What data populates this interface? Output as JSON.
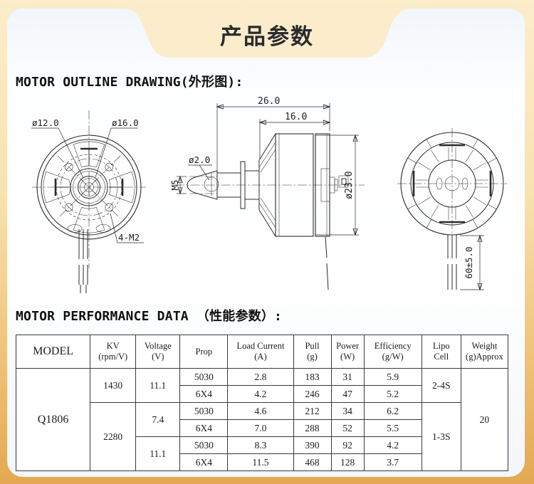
{
  "banner": {
    "title": "产品参数"
  },
  "sections": {
    "outline_title": "MOTOR OUTLINE DRAWING(外形图):",
    "performance_title": "MOTOR PERFORMANCE DATA （性能参数）:"
  },
  "drawings": {
    "front_view": {
      "dim_inner": "ø12.0",
      "dim_outer": "ø16.0",
      "dim_mount_holes": "4-M2"
    },
    "side_view": {
      "dim_total_length": "26.0",
      "dim_body_length": "16.0",
      "dim_shaft_dia": "ø2.0",
      "dim_thread": "M5",
      "dim_body_dia": "ø23.0"
    },
    "rear_view": {
      "dim_wire_length": "60±5.0"
    }
  },
  "table": {
    "headers": [
      "MODEL",
      "KV\n(rpm/V)",
      "Voltage\n(V)",
      "Prop",
      "Load Current\n(A)",
      "Pull\n(g)",
      "Power\n(W)",
      "Efficiency\n(g/W)",
      "Lipo\nCell",
      "Weight\n(g)Approx"
    ],
    "model": "Q1806",
    "weight": "20",
    "kv_groups": [
      {
        "kv": "1430"
      },
      {
        "kv": "2280"
      }
    ],
    "voltage_groups": [
      {
        "voltage": "11.1"
      },
      {
        "voltage": "7.4"
      },
      {
        "voltage": "11.1"
      }
    ],
    "lipo_groups": [
      {
        "lipo": "2-4S"
      },
      {
        "lipo": "1-3S"
      }
    ],
    "rows": [
      {
        "prop": "5030",
        "load_current": "2.8",
        "pull": "183",
        "power": "31",
        "efficiency": "5.9"
      },
      {
        "prop": "6X4",
        "load_current": "4.2",
        "pull": "246",
        "power": "47",
        "efficiency": "5.2"
      },
      {
        "prop": "5030",
        "load_current": "4.6",
        "pull": "212",
        "power": "34",
        "efficiency": "6.2"
      },
      {
        "prop": "6X4",
        "load_current": "7.0",
        "pull": "288",
        "power": "52",
        "efficiency": "5.5"
      },
      {
        "prop": "5030",
        "load_current": "8.3",
        "pull": "390",
        "power": "92",
        "efficiency": "4.2"
      },
      {
        "prop": "6X4",
        "load_current": "11.5",
        "pull": "468",
        "power": "128",
        "efficiency": "3.7"
      }
    ]
  },
  "colors": {
    "bg_top": "#fcedcb",
    "bg_bottom": "#e3a851",
    "card": "#ffffff",
    "line": "#2b2b2b"
  }
}
